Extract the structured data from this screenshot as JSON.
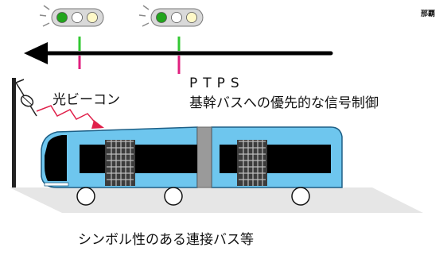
{
  "labels": {
    "corner": "那覇",
    "ptps": "PTPS",
    "ptps_description": "基幹バスへの優先的な信号制御",
    "beacon": "光ビーコン",
    "caption": "シンボル性のある連接バス等"
  },
  "colors": {
    "signal_green": "#22a51d",
    "signal_housing": "#d9d9d9",
    "arrow": "#000000",
    "marker_green": "#32c832",
    "marker_magenta": "#e0207f",
    "beacon_ray": "#e0204a",
    "bus_body": "#6ec6ee",
    "bus_window": "#000000",
    "bus_joint": "#9a9a9a",
    "road": "#e6e6e6"
  },
  "icons": [
    "traffic-signal-icon",
    "direction-arrow-icon",
    "optical-beacon-icon",
    "articulated-bus-icon"
  ]
}
